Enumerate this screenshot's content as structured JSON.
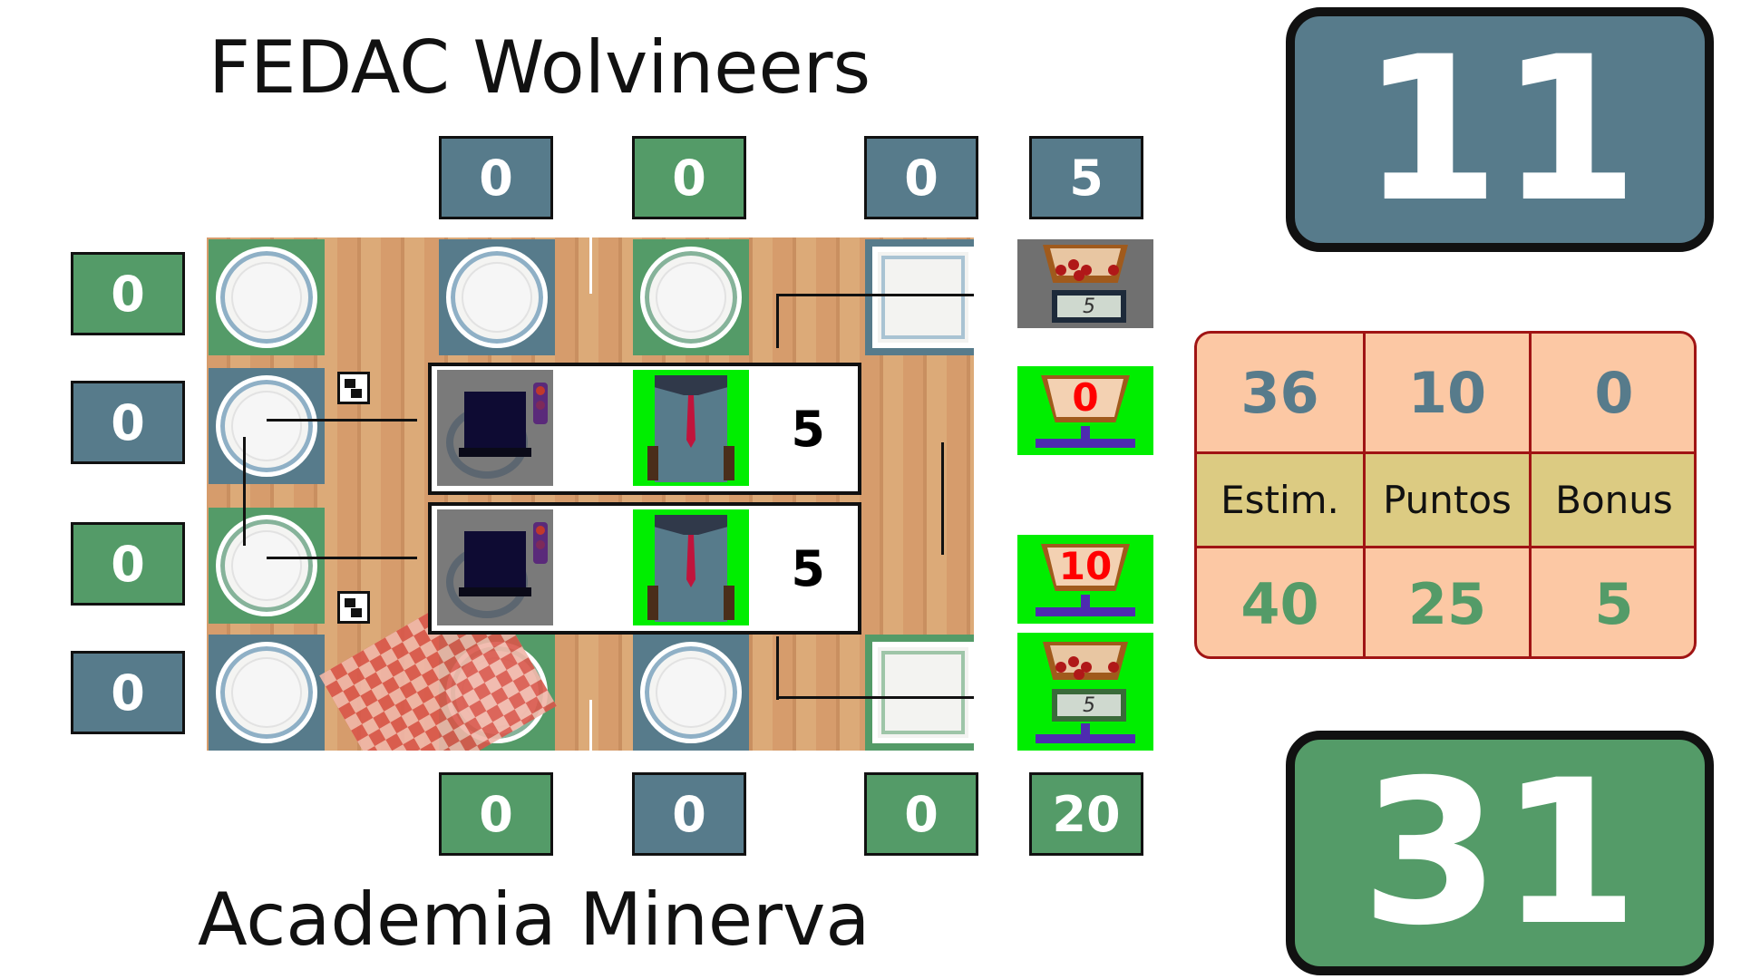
{
  "teams": {
    "top": {
      "name": "FEDAC Wolvineers",
      "score": "11",
      "color": "#577b8b"
    },
    "bottom": {
      "name": "Academia Minerva",
      "score": "31",
      "color": "#549b68"
    }
  },
  "top_counters": [
    "0",
    "0",
    "0",
    "5"
  ],
  "bottom_counters": [
    "0",
    "0",
    "0",
    "20"
  ],
  "left_counters": [
    "0",
    "0",
    "0",
    "0"
  ],
  "panels": [
    {
      "value": "5"
    },
    {
      "value": "5"
    }
  ],
  "side_items": {
    "top_scale_value": "5",
    "cup_a_value": "0",
    "cup_b_value": "10",
    "bottom_scale_value": "5"
  },
  "score_table": {
    "headers": [
      "Estim.",
      "Puntos",
      "Bonus"
    ],
    "top_row": [
      "36",
      "10",
      "0"
    ],
    "bottom_row": [
      "40",
      "25",
      "5"
    ]
  },
  "icons": [
    "plate-icon",
    "oven-icon",
    "robot-icon",
    "scale-icon",
    "basket-icon",
    "marker-icon"
  ]
}
